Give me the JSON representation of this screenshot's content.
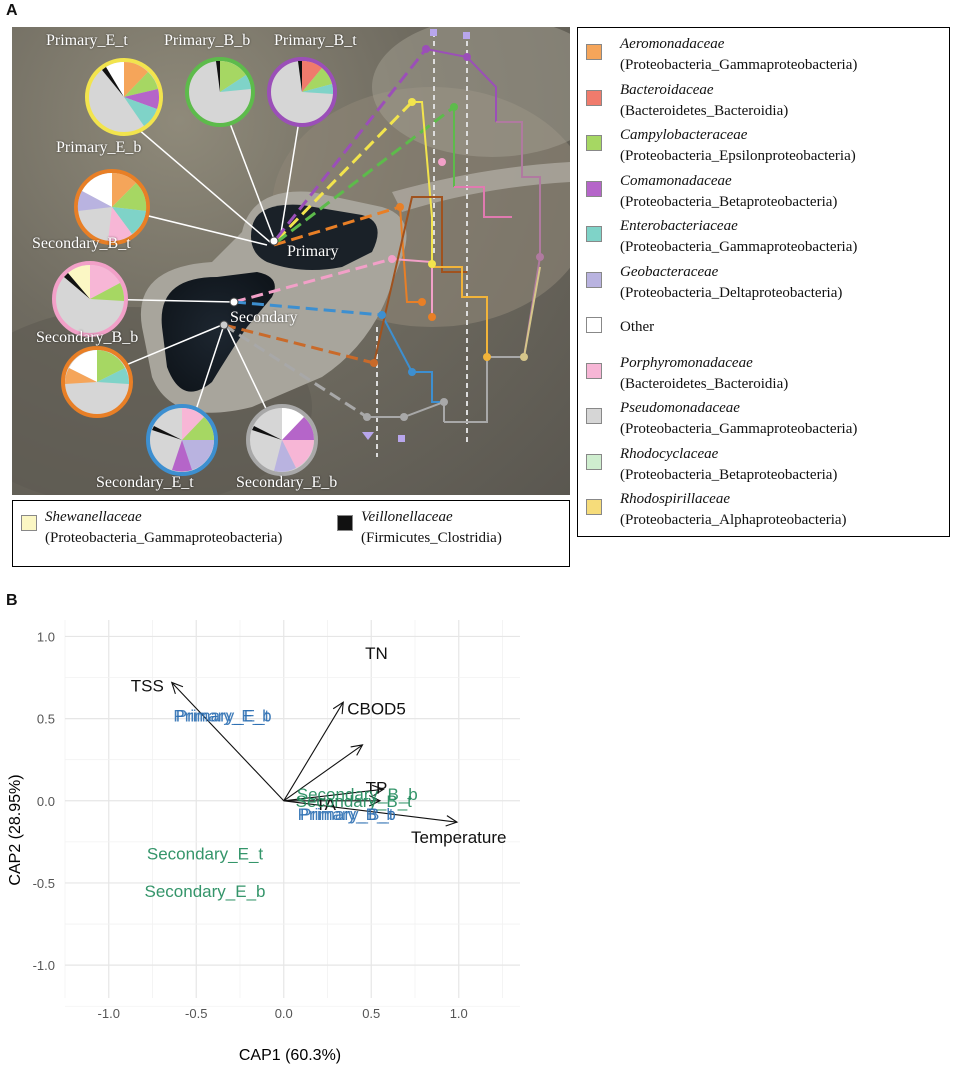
{
  "panel_a": {
    "letter": "A",
    "map_labels": {
      "primary": "Primary",
      "secondary": "Secondary"
    },
    "pies": [
      {
        "id": "primary-e-t",
        "label": "Primary_E_t",
        "ring": "#f2e44d"
      },
      {
        "id": "primary-b-b",
        "label": "Primary_B_b",
        "ring": "#5dbb4b"
      },
      {
        "id": "primary-b-t",
        "label": "Primary_B_t",
        "ring": "#9b4fb8"
      },
      {
        "id": "primary-e-b",
        "label": "Primary_E_b",
        "ring": "#e87f26"
      },
      {
        "id": "secondary-b-t",
        "label": "Secondary_B_t",
        "ring": "#f2a0c8"
      },
      {
        "id": "secondary-b-b",
        "label": "Secondary_B_b",
        "ring": "#e87f26"
      },
      {
        "id": "secondary-e-t",
        "label": "Secondary_E_t",
        "ring": "#3d8fd0"
      },
      {
        "id": "secondary-e-b",
        "label": "Secondary_E_b",
        "ring": "#a8a8a8"
      }
    ],
    "legend": [
      {
        "family": "Aeromonadaceae",
        "class": "(Proteobacteria_Gammaproteobacteria)",
        "color": "#f5a55a"
      },
      {
        "family": "Bacteroidaceae",
        "class": "(Bacteroidetes_Bacteroidia)",
        "color": "#f07b6c"
      },
      {
        "family": "Campylobacteraceae",
        "class": "(Proteobacteria_Epsilonproteobacteria)",
        "color": "#a6d763"
      },
      {
        "family": "Comamonadaceae",
        "class": "(Proteobacteria_Betaproteobacteria)",
        "color": "#b565c9"
      },
      {
        "family": "Enterobacteriaceae",
        "class": "(Proteobacteria_Gammaproteobacteria)",
        "color": "#7fd3c8"
      },
      {
        "family": "Geobacteraceae",
        "class": "(Proteobacteria_Deltaproteobacteria)",
        "color": "#b9b3e0"
      },
      {
        "family": "",
        "class": "Other",
        "color": "#ffffff"
      },
      {
        "family": "Porphyromonadaceae",
        "class": "(Bacteroidetes_Bacteroidia)",
        "color": "#f7b6d6"
      },
      {
        "family": "Pseudomonadaceae",
        "class": "(Proteobacteria_Gammaproteobacteria)",
        "color": "#d6d6d6"
      },
      {
        "family": "Rhodocyclaceae",
        "class": "(Proteobacteria_Betaproteobacteria)",
        "color": "#cfeecf"
      },
      {
        "family": "Rhodospirillaceae",
        "class": "(Proteobacteria_Alphaproteobacteria)",
        "color": "#f6dc7a"
      }
    ],
    "legend_bottom": [
      {
        "family": "Shewanellaceae",
        "class": "(Proteobacteria_Gammaproteobacteria)",
        "color": "#fbf7c4"
      },
      {
        "family": "Veillonellaceae",
        "class": "(Firmicutes_Clostridia)",
        "color": "#111111"
      }
    ]
  },
  "panel_b": {
    "letter": "B",
    "chart_data": {
      "type": "scatter",
      "xlabel": "CAP1 (60.3%)",
      "ylabel": "CAP2 (28.95%)",
      "xlim": [
        -1.25,
        1.35
      ],
      "ylim": [
        -1.2,
        1.1
      ],
      "xticks": [
        -1.0,
        -0.5,
        0.0,
        0.5,
        1.0
      ],
      "yticks": [
        -1.0,
        -0.5,
        0.0,
        0.5,
        1.0
      ],
      "grid": true,
      "sample_labels": [
        {
          "text": "Primary_E_t",
          "x": -0.35,
          "y": 0.52,
          "color": "#2c6fb3"
        },
        {
          "text": "Primary_E_b",
          "x": -0.35,
          "y": 0.52,
          "color": "#2c6fb3"
        },
        {
          "text": "Secondary_B_b",
          "x": 0.42,
          "y": 0.04,
          "color": "#1e8a5a"
        },
        {
          "text": "Secondary_B_t",
          "x": 0.4,
          "y": 0.0,
          "color": "#1e8a5a"
        },
        {
          "text": "Primary_B_t",
          "x": 0.36,
          "y": -0.08,
          "color": "#2c6fb3"
        },
        {
          "text": "Primary_B_b",
          "x": 0.36,
          "y": -0.08,
          "color": "#2c6fb3"
        },
        {
          "text": "Secondary_E_t",
          "x": -0.45,
          "y": -0.32,
          "color": "#1e8a5a"
        },
        {
          "text": "Secondary_E_b",
          "x": -0.45,
          "y": -0.55,
          "color": "#1e8a5a"
        }
      ],
      "vectors": [
        {
          "name": "TSS",
          "x": -0.64,
          "y": 0.72,
          "label_x": -0.78,
          "label_y": 0.7
        },
        {
          "name": "TN",
          "x": 0.34,
          "y": 0.6,
          "label_x": 0.53,
          "label_y": 0.9
        },
        {
          "name": "CBOD5",
          "x": 0.45,
          "y": 0.34,
          "label_x": 0.53,
          "label_y": 0.56
        },
        {
          "name": "TP",
          "x": 0.57,
          "y": 0.07,
          "label_x": 0.53,
          "label_y": 0.08
        },
        {
          "name": "TA",
          "x": 0.55,
          "y": 0.0,
          "label_x": 0.24,
          "label_y": -0.02
        },
        {
          "name": "Temperature",
          "x": 0.99,
          "y": -0.13,
          "label_x": 1.0,
          "label_y": -0.22
        }
      ]
    }
  }
}
